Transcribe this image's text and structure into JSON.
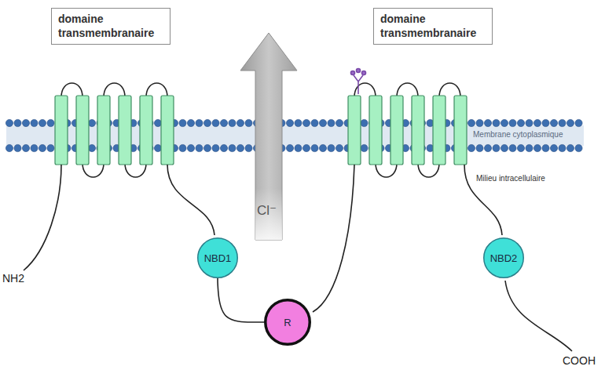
{
  "diagram": {
    "nodes": [
      {
        "text": [
          "domaine transmembranaire"
        ]
      },
      {
        "text": [
          "domaine transmembranaire"
        ]
      },
      {
        "text": [
          "NBD1"
        ]
      },
      {
        "text": [
          "R"
        ]
      },
      {
        "text": [
          "NBD2"
        ]
      }
    ],
    "edges": [
      {
        "from": 2,
        "to": 3,
        "arrow": "none"
      }
    ],
    "labels": [
      "Cl⁻",
      "Membrane cytoplasmique",
      "Milieu intracellulaire",
      "NH2",
      "COOH"
    ]
  }
}
